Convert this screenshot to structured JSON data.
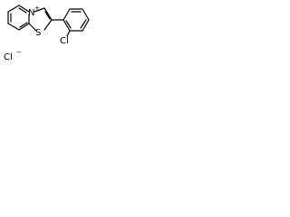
{
  "molecule": {
    "atoms": {
      "sulfur": "S",
      "nitrogen": "N",
      "nitrogen_charge": "+",
      "chlorine_substituent": "Cl",
      "counterion": "Cl",
      "counterion_charge": "−"
    }
  }
}
